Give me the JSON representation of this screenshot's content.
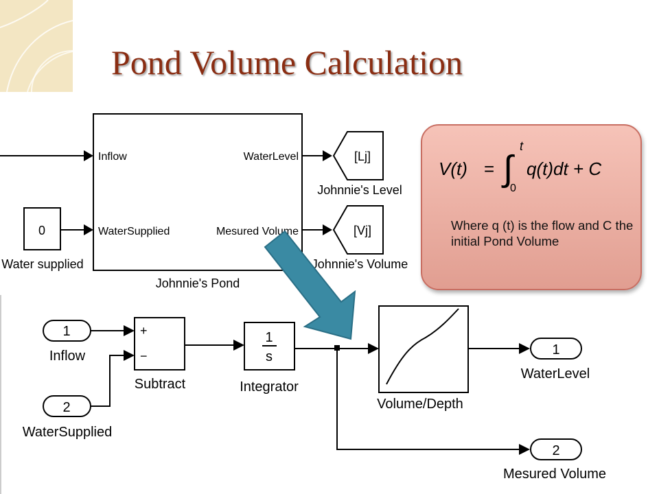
{
  "title": "Pond Volume Calculation",
  "formula": {
    "lhs": "V(t)",
    "equals": "=",
    "integral": "∫",
    "upper": "t",
    "lower": "0",
    "integrand": "q(t)dt + C"
  },
  "note": "Where q (t) is the flow and C the initial Pond Volume",
  "top_diagram": {
    "subsystem": {
      "name": "Johnnie's Pond",
      "in_ports": [
        "Inflow",
        "WaterSupplied"
      ],
      "out_ports": [
        "WaterLevel",
        "Mesured Volume"
      ]
    },
    "constant": {
      "value": "0",
      "label": "Water supplied"
    },
    "gotos": [
      {
        "tag": "[Lj]",
        "label": "Johnnie's Level"
      },
      {
        "tag": "[Vj]",
        "label": "Johnnie's Volume"
      }
    ]
  },
  "bottom_diagram": {
    "inports": [
      {
        "number": "1",
        "label": "Inflow"
      },
      {
        "number": "2",
        "label": "WaterSupplied"
      }
    ],
    "subtract": {
      "label": "Subtract",
      "plus": "+",
      "minus": "−"
    },
    "integrator": {
      "label": "Integrator",
      "numerator": "1",
      "denominator": "s"
    },
    "lookup": {
      "label": "Volume/Depth"
    },
    "outports": [
      {
        "number": "1",
        "label": "WaterLevel"
      },
      {
        "number": "2",
        "label": "Mesured Volume"
      }
    ]
  },
  "colors": {
    "title": "#8a2d12",
    "arrow_fill": "#3a8aa3",
    "callout_fill": "#f0b2a6",
    "corner_decor": "#f3e6c3"
  }
}
